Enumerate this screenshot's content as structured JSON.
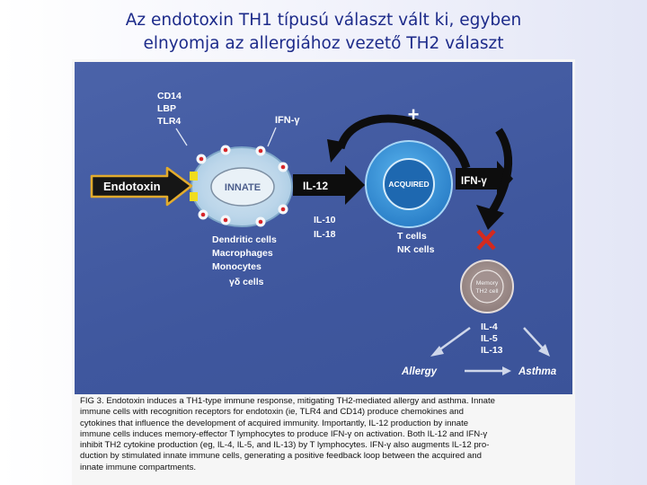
{
  "slide": {
    "title_line1": "Az endotoxin TH1 típusú választ vált ki, egyben",
    "title_line2": "elnyomja az allergiához vezető TH2 választ"
  },
  "diagram": {
    "receptors": [
      "CD14",
      "LBP",
      "TLR4"
    ],
    "ifn_gamma_top": "IFN-γ",
    "plus_sign": "+",
    "endotoxin": "Endotoxin",
    "innate": "INNATE",
    "il12": "IL-12",
    "acquired": "ACQUIRED",
    "ifn_gamma_right": "IFN-γ",
    "il10": "IL-10",
    "il18": "IL-18",
    "innate_cells": [
      "Dendritic cells",
      "Macrophages",
      "Monocytes",
      "γδ cells"
    ],
    "acquired_cells": [
      "T cells",
      "NK cells"
    ],
    "memory_line1": "Memory",
    "memory_line2": "TH2 cell",
    "th2_cytokines": [
      "IL-4",
      "IL-5",
      "IL-13"
    ],
    "allergy": "Allergy",
    "asthma": "Asthma",
    "colors": {
      "panel": "#4259a0",
      "innate_cell": "#8ab4d4",
      "acquired_cell": "#2b7cc4",
      "arrow": "#0d0d0d",
      "block_x": "#d42a1e",
      "endotoxin_arrow": "#e2ab2c",
      "yellow_marker": "#f0dc1e",
      "memory_cell": "#9a8886"
    }
  },
  "caption": {
    "lines": [
      "FIG 3. Endotoxin induces a TH1-type immune response, mitigating TH2-mediated allergy and asthma. Innate",
      "immune cells with recognition receptors for endotoxin (ie, TLR4 and CD14) produce chemokines and",
      "cytokines that influence the development of acquired immunity. Importantly, IL-12 production by innate",
      "immune cells induces memory-effector T lymphocytes to produce IFN-γ on activation. Both IL-12 and IFN-γ",
      "inhibit TH2 cytokine production (eg, IL-4, IL-5, and IL-13) by T lymphocytes. IFN-γ also augments IL-12 pro-",
      "duction by stimulated innate immune cells, generating a positive feedback loop between the acquired and",
      "innate immune compartments."
    ]
  }
}
